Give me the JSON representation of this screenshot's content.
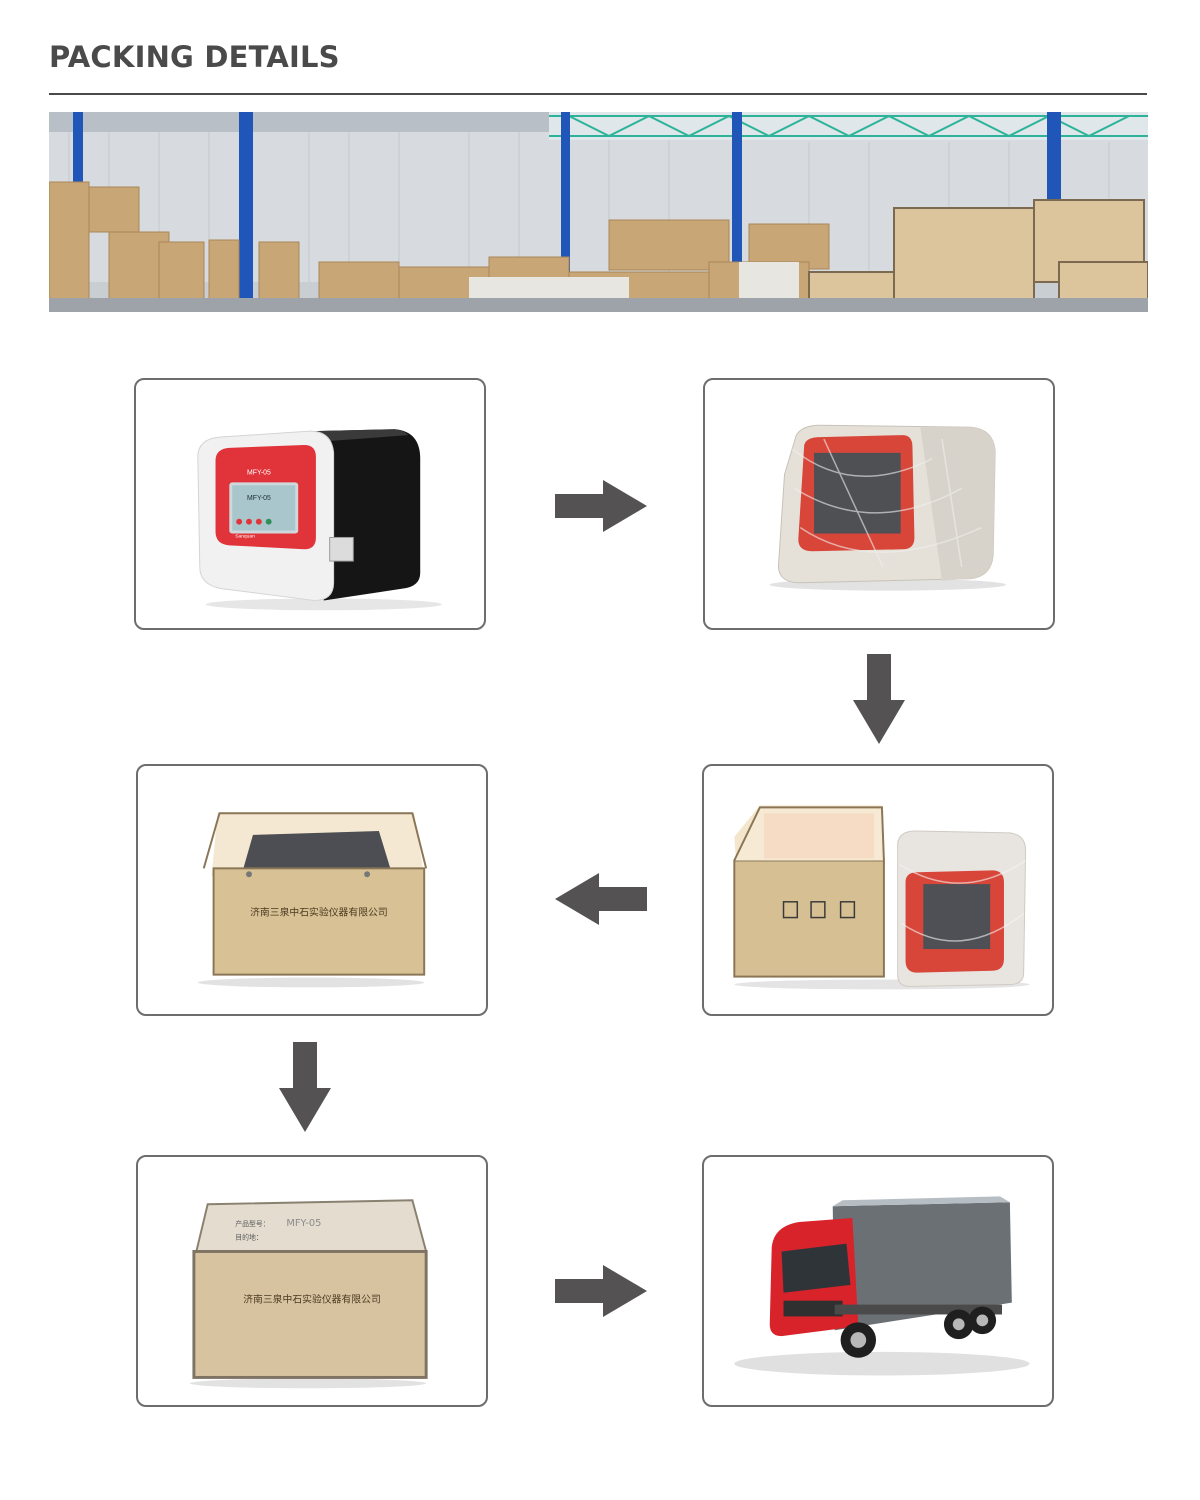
{
  "header": {
    "title": "PACKING DETAILS"
  },
  "colors": {
    "text": "#4a4a4a",
    "arrow": "#545253",
    "card_border": "#6d6d6d",
    "accent_red": "#e0343a",
    "steel_blue": "#1f56b8"
  },
  "steps": [
    {
      "name": "instrument",
      "screen_model": "MFY-05",
      "screen_brand": "Sanquan"
    },
    {
      "name": "wrapped-in-film"
    },
    {
      "name": "crate-and-wrapped-instrument"
    },
    {
      "name": "instrument-in-open-crate",
      "crate_text": "济南三泉中石实验仪器有限公司"
    },
    {
      "name": "sealed-crate",
      "crate_text": "济南三泉中石实验仪器有限公司",
      "label_model": "MFY-05",
      "label_row1": "产品型号：",
      "label_row2": "目的地："
    },
    {
      "name": "truck"
    }
  ],
  "arrows": [
    {
      "id": "a1",
      "direction": "right"
    },
    {
      "id": "a2",
      "direction": "down"
    },
    {
      "id": "a3",
      "direction": "left"
    },
    {
      "id": "a4",
      "direction": "down"
    },
    {
      "id": "a5",
      "direction": "right"
    }
  ]
}
